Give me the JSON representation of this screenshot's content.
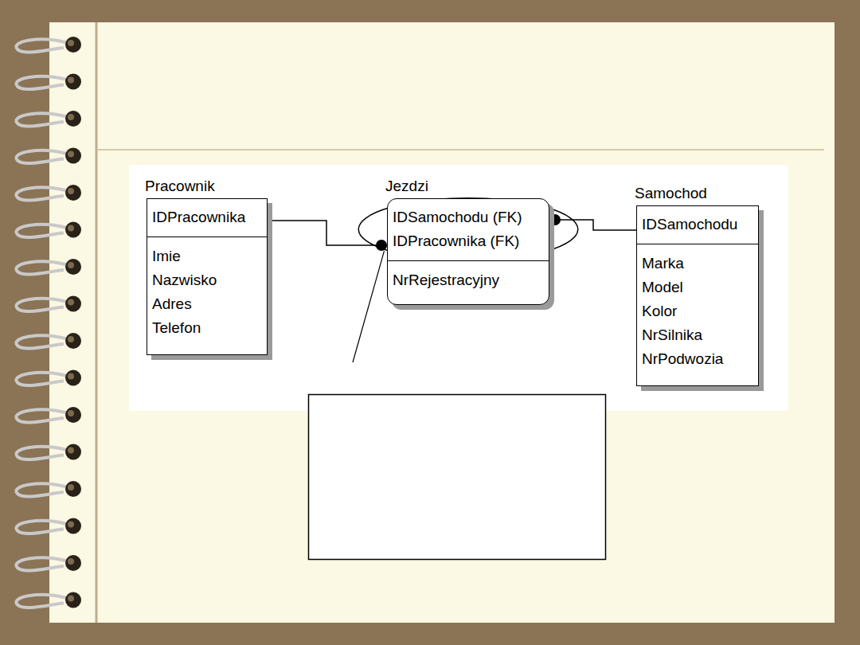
{
  "diagram": {
    "nodes": [
      {
        "text": [
          "Pracownik",
          "IDPracownika",
          "Imie",
          "Nazwisko",
          "Adres",
          "Telefon"
        ]
      },
      {
        "text": [
          "Jezdzi",
          "IDSamochodu (FK)",
          "IDPracownika (FK)",
          "NrRejestracyjny"
        ]
      },
      {
        "text": [
          "Samochod",
          "IDSamochodu",
          "Marka",
          "Model",
          "Kolor",
          "NrSilnika",
          "NrPodwozia"
        ]
      }
    ],
    "edges": [
      {
        "from": 0,
        "to": 1,
        "arrow": "to"
      },
      {
        "from": 2,
        "to": 1,
        "arrow": "to"
      }
    ]
  }
}
